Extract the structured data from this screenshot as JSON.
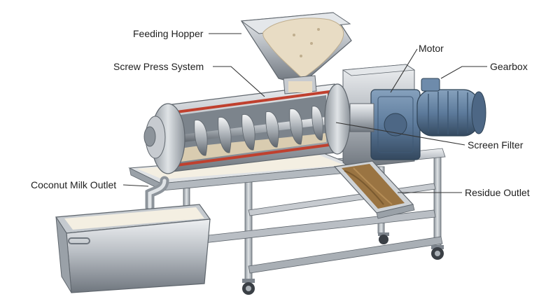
{
  "diagram": {
    "labels": {
      "feeding_hopper": "Feeding Hopper",
      "screw_press_system": "Screw Press System",
      "coconut_milk_outlet": "Coconut Milk Outlet",
      "motor": "Motor",
      "gearbox": "Gearbox",
      "screen_filter": "Screen Filter",
      "residue_outlet": "Residue Outlet"
    },
    "colors": {
      "steel": "#b9bec4",
      "steel_dark": "#7d848c",
      "steel_light": "#e4e7ea",
      "motor_blue": "#5d7b9c",
      "motor_blue_dark": "#3e5874",
      "cutaway_red": "#c0402e",
      "coconut_flakes": "#e8dcc4",
      "residue_brown": "#9a7442",
      "milk": "#f4efe2"
    }
  }
}
